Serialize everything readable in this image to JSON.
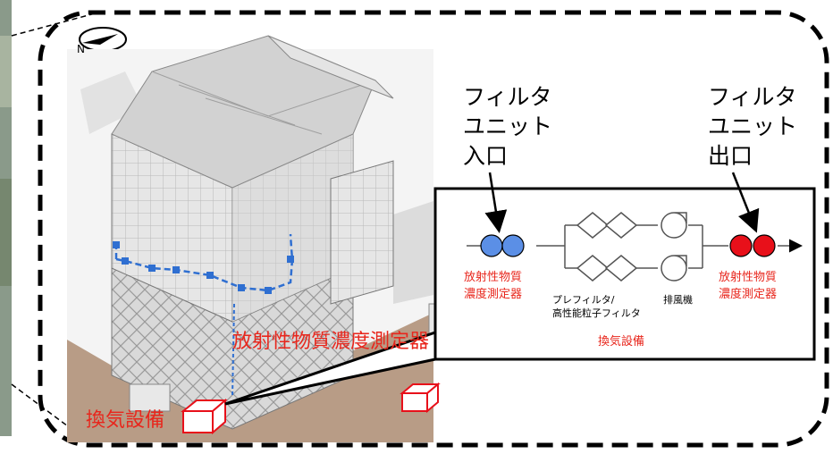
{
  "compass": {
    "north_label": "N"
  },
  "building_labels": {
    "radioactivity_monitor": "放射性物質濃度測定器",
    "ventilation": "換気設備"
  },
  "schematic": {
    "inlet_heading": "フィルタ\nユニット\n入口",
    "outlet_heading": "フィルタ\nユニット\n出口",
    "inlet_monitor": "放射性物質\n濃度測定器",
    "outlet_monitor": "放射性物質\n濃度測定器",
    "prefilter": "プレフィルタ/\n高性能粒子フィルタ",
    "exhaust_fan": "排風機",
    "ventilation": "換気設備"
  },
  "colors": {
    "inlet_circle": "#5b8fe6",
    "outlet_circle": "#e8101a",
    "label_red": "#e8261c",
    "duct_blue": "#2f6fd1"
  },
  "icons": [
    "compass-icon",
    "monitor-circle-icon",
    "filter-diamond-icon",
    "fan-icon",
    "equipment-box-icon"
  ]
}
